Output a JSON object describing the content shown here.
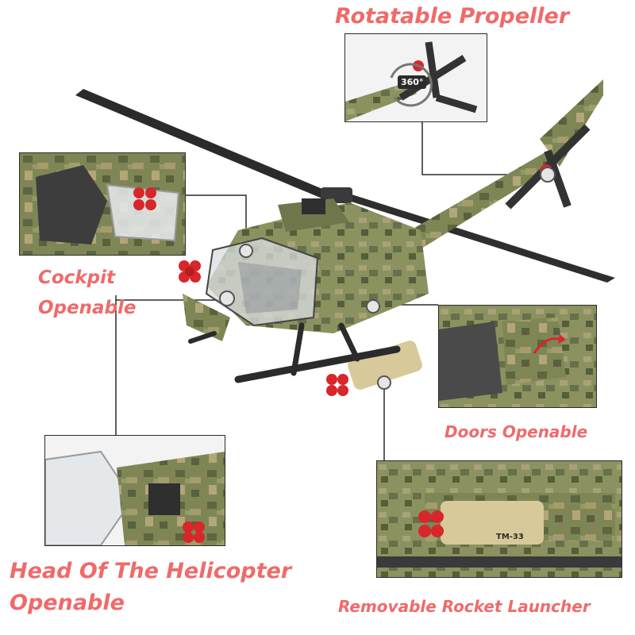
{
  "labels": {
    "propeller": "Rotatable Propeller",
    "cockpit_line1": "Cockpit",
    "cockpit_line2": "Openable",
    "doors": "Doors Openable",
    "head_line1": "Head Of The Helicopter",
    "head_line2": "Openable",
    "rocket": "Removable Rocket Launcher"
  },
  "badges": {
    "rotation": "360°",
    "launcher_code": "TM-33"
  },
  "colors": {
    "label_red": "#f06a6a",
    "camo_light": "#8c9160",
    "camo_dark": "#5d6640",
    "camo_tan": "#b3a679",
    "rocket_tip": "#d8262b",
    "frame_line": "#2b2b2b"
  }
}
